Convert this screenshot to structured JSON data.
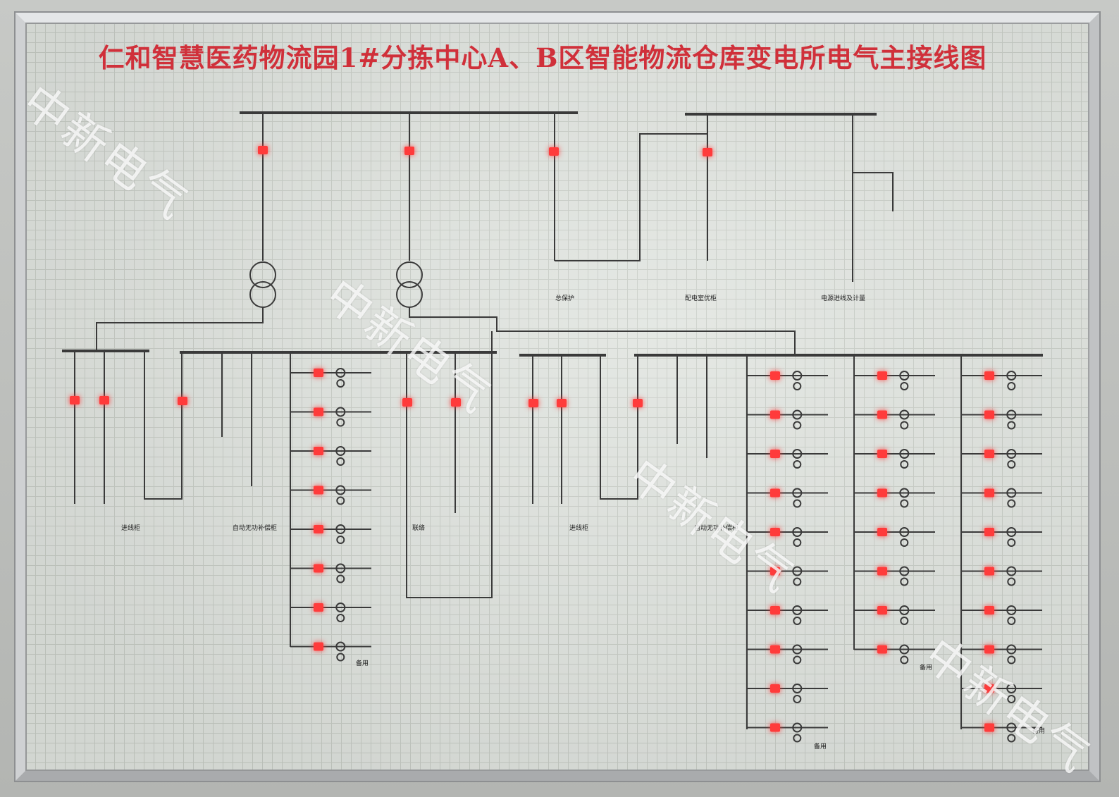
{
  "board": {
    "title": "仁和智慧医药物流园1#分拣中心A、B区智能物流仓库变电所电气主接线图"
  },
  "watermark": {
    "text": "中新电气"
  },
  "labels": {
    "main_protection": "总保护",
    "distribution_metering": "配电室优柜",
    "incoming_metering": "电源进线及计量",
    "incoming_cabinet_1": "进线柜",
    "incoming_cabinet_2": "进线柜",
    "capacitor_1": "自动无功补偿柜",
    "capacitor_2": "自动无功补偿柜",
    "tie": "联络",
    "spare": "备用"
  },
  "colors": {
    "title": "#d0303a",
    "indicator": "#ff3b3b",
    "line": "#3a3a3a",
    "board": "#dfe3de"
  }
}
